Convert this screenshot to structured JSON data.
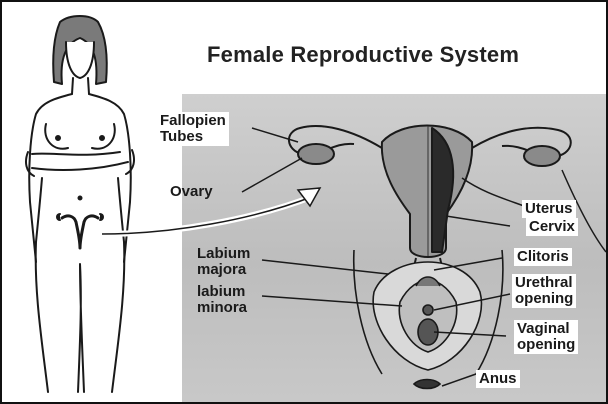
{
  "title": "Female Reproductive System",
  "labels": {
    "fallopian_1": "Fallopien",
    "fallopian_2": "Tubes",
    "ovary": "Ovary",
    "uterus": "Uterus",
    "cervix": "Cervix",
    "clitoris": "Clitoris",
    "labium_majora_1": "Labium",
    "labium_majora_2": "majora",
    "labium_minora_1": "labium",
    "labium_minora_2": "minora",
    "urethral_1": "Urethral",
    "urethral_2": "opening",
    "vaginal_1": "Vaginal",
    "vaginal_2": "opening",
    "anus": "Anus"
  },
  "colors": {
    "panel": "#c4c4c4",
    "ink": "#1a1a1a",
    "organ": "#555555"
  }
}
